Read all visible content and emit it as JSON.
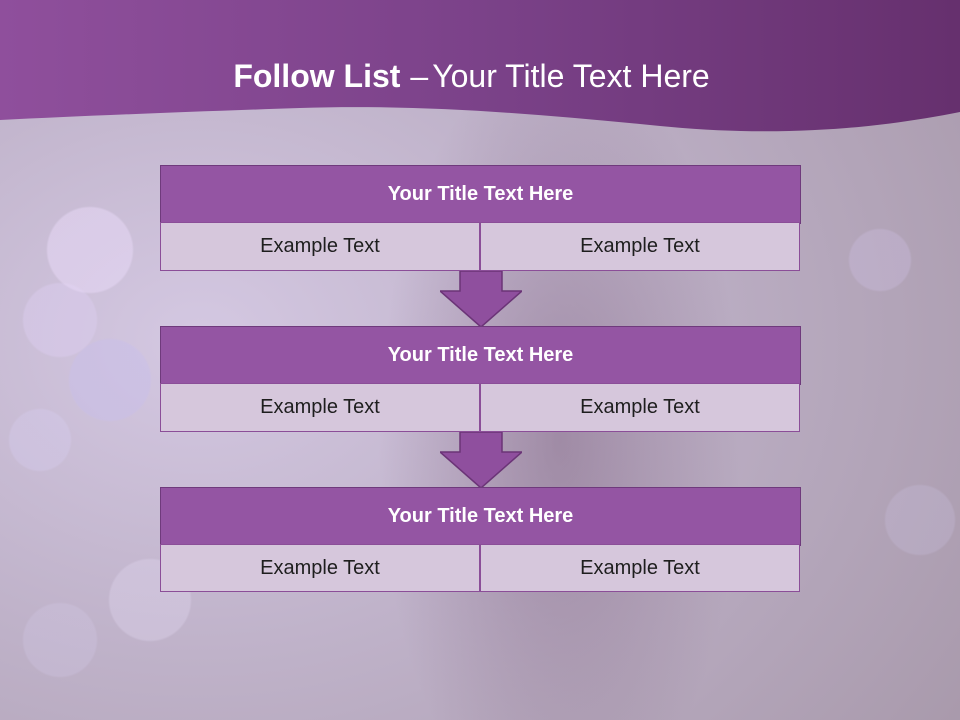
{
  "header": {
    "title_bold": "Follow List",
    "title_dash": "–",
    "title_rest": "Your Title Text Here"
  },
  "steps": [
    {
      "title": "Your Title Text Here",
      "left": "Example Text",
      "right": "Example Text"
    },
    {
      "title": "Your Title Text Here",
      "left": "Example Text",
      "right": "Example Text"
    },
    {
      "title": "Your Title Text Here",
      "left": "Example Text",
      "right": "Example Text"
    }
  ],
  "colors": {
    "header_purple": "#7a3f8a",
    "block_title": "#9455a3",
    "cell_fill": "#d6c7dc",
    "arrow_fill": "#8f4f9e"
  }
}
